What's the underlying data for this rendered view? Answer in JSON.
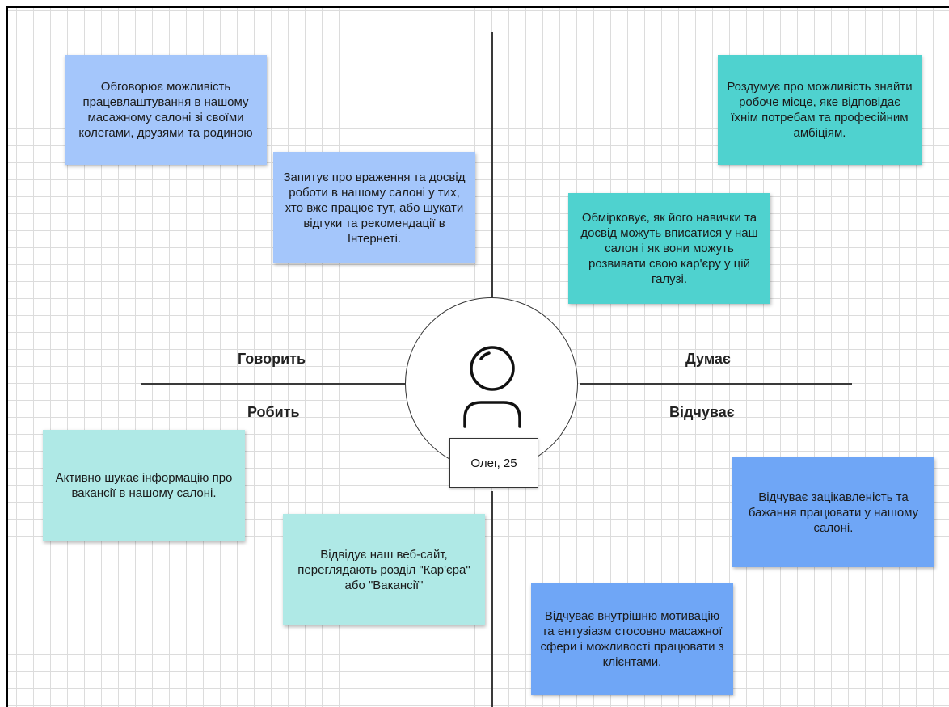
{
  "persona": {
    "name": "Олег, 25",
    "icon": "user-icon"
  },
  "quadrants": {
    "says": "Говорить",
    "thinks": "Думає",
    "does": "Робить",
    "feels": "Відчуває"
  },
  "notes": {
    "says": [
      "Обговорює можливість працевлаштування в нашому масажному салоні зі своїми колегами, друзями та родиною",
      "Запитує про враження та досвід роботи в нашому салоні у тих, хто вже працює тут, або шукати відгуки та рекомендації в Інтернеті."
    ],
    "thinks": [
      "Роздумує про можливість знайти робоче місце, яке відповідає їхнім потребам та професійним амбіціям.",
      "Обмірковує, як його навички та досвід можуть вписатися у наш салон і як вони можуть розвивати свою кар'єру у цій галузі."
    ],
    "does": [
      "Активно шукає інформацію про вакансії в нашому салоні.",
      "Відвідує наш веб-сайт, переглядають розділ \"Кар'єра\" або \"Вакансії\""
    ],
    "feels": [
      "Відчуває  зацікавленість та бажання працювати у нашому салоні.",
      "Відчуває внутрішню мотивацію та ентузіазм стосовно масажної сфери і можливості працювати з клієнтами."
    ]
  },
  "colors": {
    "note_blue_light": "#a4c6fb",
    "note_blue_mid": "#6fa6f6",
    "note_teal": "#4fd2cf",
    "note_cyan_light": "#afe9e6",
    "grid": "#dcdcdc",
    "axis": "#3a3a3a"
  }
}
